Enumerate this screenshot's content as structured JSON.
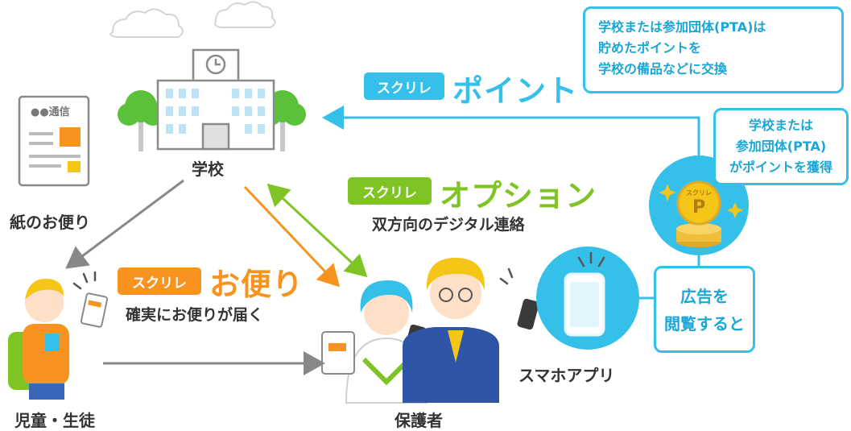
{
  "nodes": {
    "school": "学校",
    "paper": "紙のお便り",
    "student": "児童・生徒",
    "guardian": "保護者",
    "smartphone": "スマホアプリ"
  },
  "brand_tag": "スクリレ",
  "services": {
    "point": {
      "title": "ポイント"
    },
    "option": {
      "title": "オプション",
      "desc": "双方向のデジタル連絡"
    },
    "letter": {
      "title": "お便り",
      "desc": "確実にお便りが届く"
    }
  },
  "callouts": {
    "exchange": [
      "学校または参加団体(PTA)は",
      "貯めたポイントを",
      "学校の備品などに交換"
    ],
    "acquire": [
      "学校または",
      "参加団体(PTA)",
      "がポイントを獲得"
    ],
    "ad": [
      "広告を",
      "閲覧すると"
    ]
  },
  "paper_header": "●●通信",
  "coin_labels": {
    "top": "スクリレ",
    "letter": "P"
  },
  "colors": {
    "cyan": "#34c0e8",
    "orange": "#f7931e",
    "green": "#7dc424",
    "gray": "#888888",
    "tree": "#5cc13a"
  }
}
